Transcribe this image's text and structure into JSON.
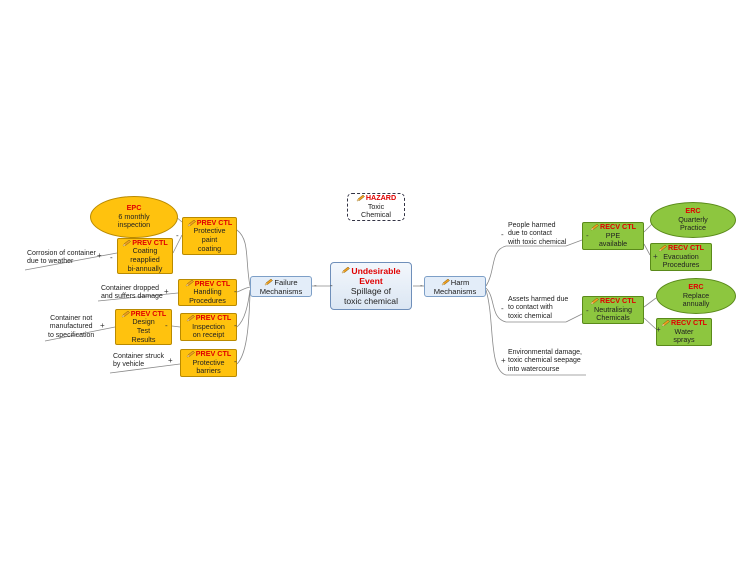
{
  "central": {
    "tag": "Undesirable Event",
    "line1": "Spillage of",
    "line2": "toxic chemical",
    "expander": "-"
  },
  "hazard": {
    "tag": "HAZARD",
    "line1": "Toxic",
    "line2": "Chemical"
  },
  "failure": {
    "line1": "Failure",
    "line2": "Mechanisms",
    "expander": "-"
  },
  "harm": {
    "line1": "Harm",
    "line2": "Mechanisms",
    "expander": "-"
  },
  "left": {
    "epc": {
      "tag": "EPC",
      "line1": "6 monthly",
      "line2": "inspection"
    },
    "coating": {
      "tag": "PREV CTL",
      "line1": "Protective",
      "line2": "paint",
      "line3": "coating",
      "expander": "-"
    },
    "reapply": {
      "tag": "PREV CTL",
      "line1": "Coating",
      "line2": "reapplied",
      "line3": "bi-annually",
      "expander": "-"
    },
    "corrosion": {
      "line1": "Corrosion of container",
      "line2": "due to weather",
      "expander": "+"
    },
    "handling": {
      "tag": "PREV CTL",
      "line1": "Handling",
      "line2": "Procedures",
      "expander": "-"
    },
    "dropped": {
      "line1": "Container dropped",
      "line2": "and suffers damage",
      "expander": "+"
    },
    "inspection": {
      "tag": "PREV CTL",
      "line1": "Inspection",
      "line2": "on receipt",
      "expander": "-"
    },
    "design": {
      "tag": "PREV CTL",
      "line1": "Design",
      "line2": "Test",
      "line3": "Results",
      "expander": "-"
    },
    "notspec": {
      "line1": "Container not",
      "line2": "manufactured",
      "line3": "to specification",
      "expander": "+"
    },
    "barriers": {
      "tag": "PREV CTL",
      "line1": "Protective",
      "line2": "barriers",
      "expander": "-"
    },
    "struck": {
      "line1": "Container struck",
      "line2": "by vehicle",
      "expander": "+"
    }
  },
  "right": {
    "people": {
      "line1": "People harmed",
      "line2": "due to contact",
      "line3": "with toxic chemical",
      "expander": "-"
    },
    "ppe": {
      "tag": "RECV CTL",
      "line1": "PPE",
      "line2": "available",
      "expander": "-"
    },
    "erc1": {
      "tag": "ERC",
      "line1": "Quarterly",
      "line2": "Practice"
    },
    "evac": {
      "tag": "RECV CTL",
      "line1": "Evacuation",
      "line2": "Procedures",
      "expander": "+"
    },
    "assets": {
      "line1": "Assets harmed due",
      "line2": "to contact with",
      "line3": "toxic chemical",
      "expander": "-"
    },
    "neutral": {
      "tag": "RECV CTL",
      "line1": "Neutralising",
      "line2": "Chemicals",
      "expander": "-"
    },
    "erc2": {
      "tag": "ERC",
      "line1": "Replace",
      "line2": "annually"
    },
    "water": {
      "tag": "RECV CTL",
      "line1": "Water",
      "line2": "sprays",
      "expander": "+"
    },
    "env": {
      "line1": "Environmental damage,",
      "line2": "toxic chemical seepage",
      "line3": "into watercourse",
      "expander": "+"
    }
  },
  "colors": {
    "prevention": "#ffc20e",
    "recovery": "#8dc63f",
    "tag": "#e00000",
    "link": "#8a8a8a"
  },
  "icons": [
    "pencil-icon"
  ]
}
